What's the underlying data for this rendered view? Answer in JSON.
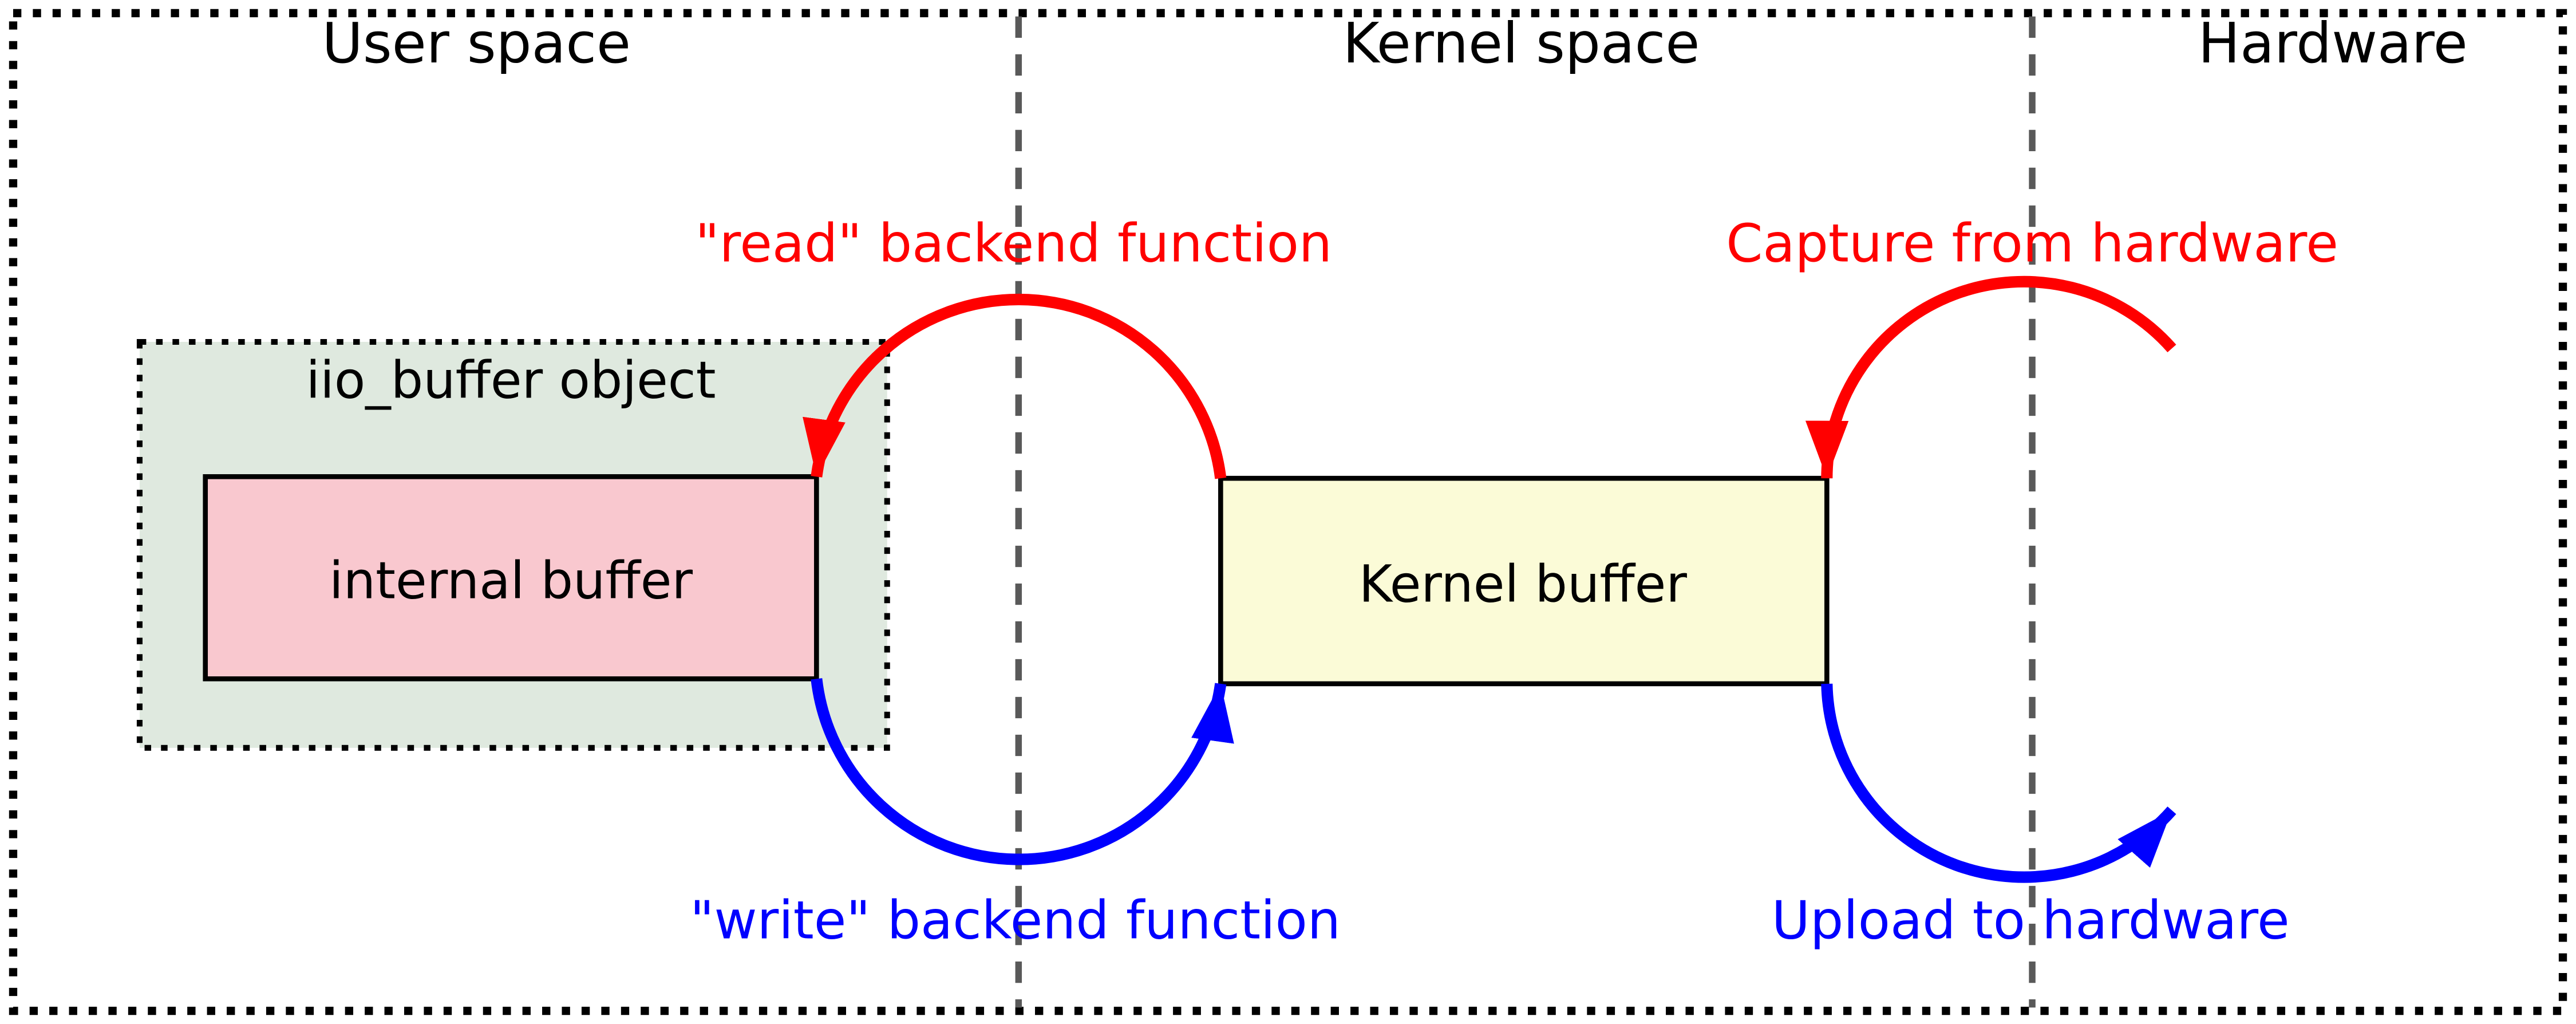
{
  "diagram": {
    "regions": {
      "user_space": "User space",
      "kernel_space": "Kernel space",
      "hardware": "Hardware"
    },
    "boxes": {
      "iio_buffer_object": "iio_buffer object",
      "internal_buffer": "internal buffer",
      "kernel_buffer": "Kernel buffer"
    },
    "arrows": {
      "read": "\"read\" backend function",
      "write": "\"write\" backend function",
      "capture": "Capture from hardware",
      "upload": "Upload to hardware"
    },
    "colors": {
      "read_arrow": "#ff0000",
      "write_arrow": "#0000ff",
      "capture_arrow": "#ff0000",
      "upload_arrow": "#0000ff",
      "iio_buffer_fill": "#dfe9df",
      "internal_buffer_fill": "#f9c8cf",
      "kernel_buffer_fill": "#fbfbd7",
      "divider": "#595959",
      "border": "#000000"
    }
  }
}
